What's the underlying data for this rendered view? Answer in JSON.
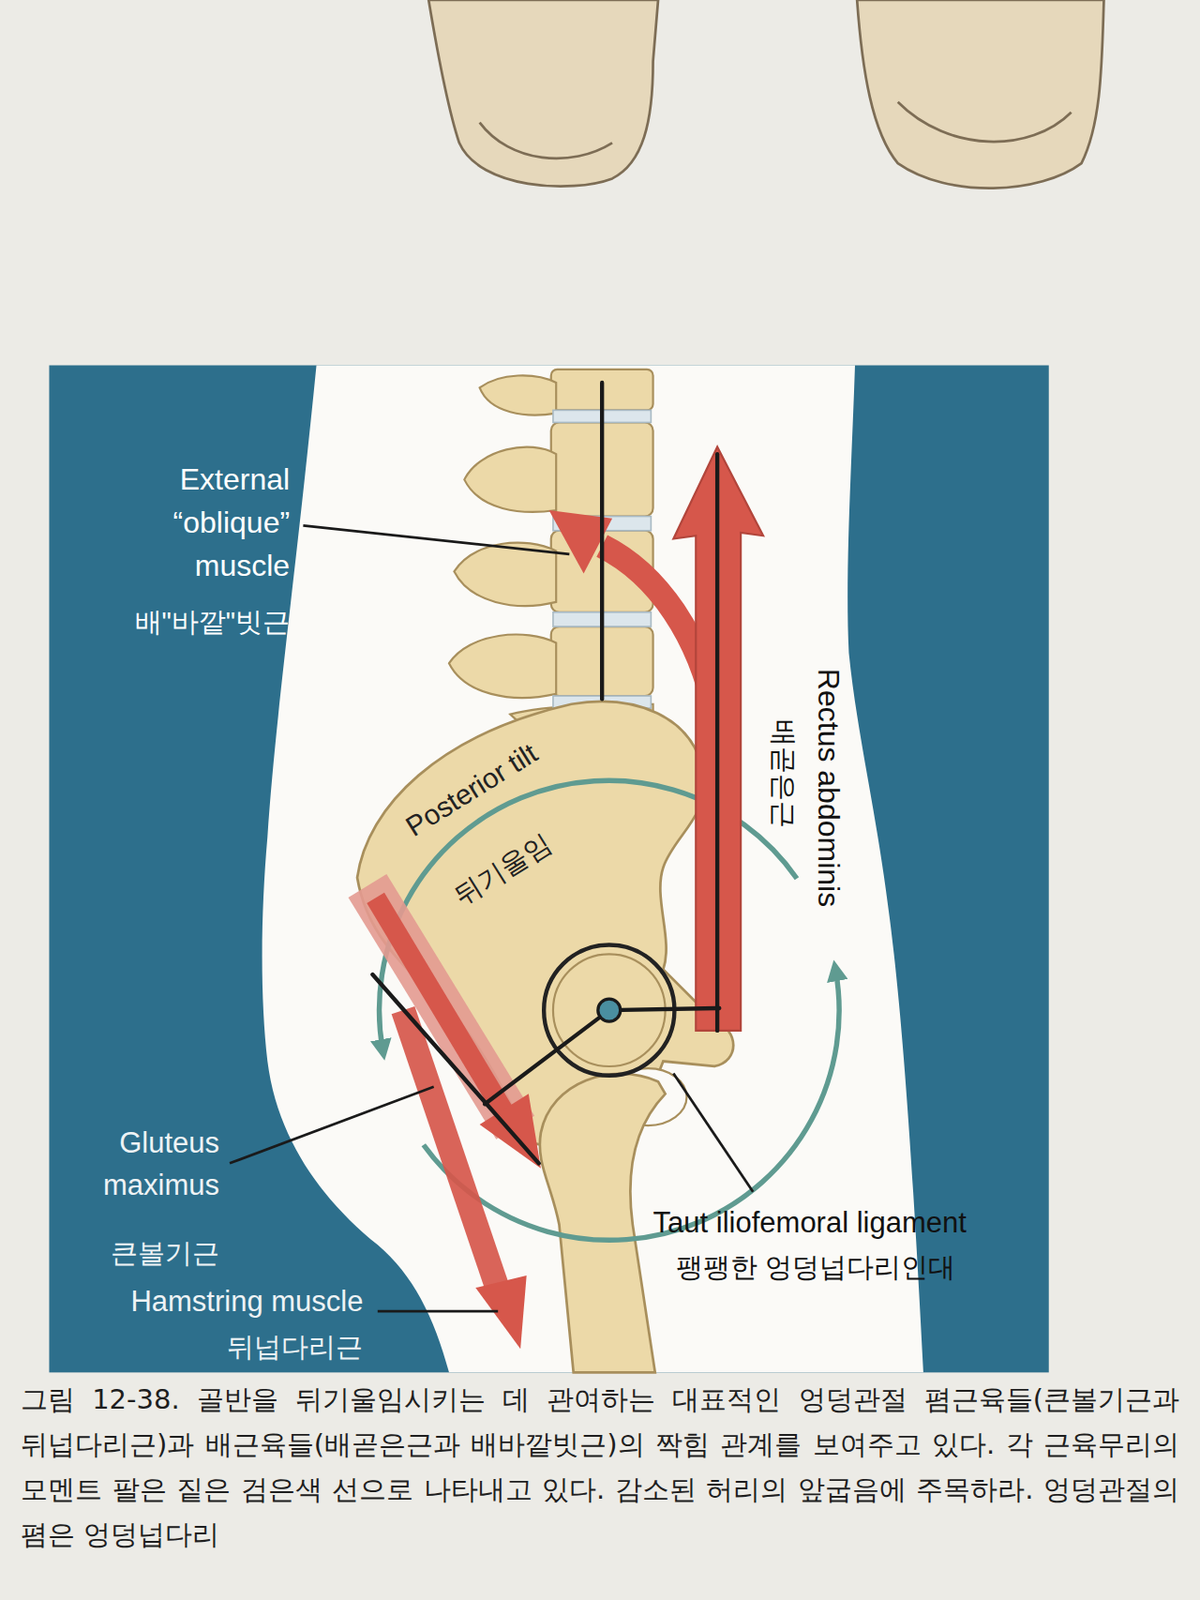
{
  "diagram": {
    "caption": "그림 12-38. 골반을 뒤기울임시키는 데 관여하는 대표적인 엉덩관절 폄근육들(큰볼기근과 뒤넙다리근)과 배근육들(배곧은근과 배바깥빗근)의 짝힘 관계를 보여주고 있다. 각 근육무리의 모멘트 팔은 짙은 검은색 선으로 나타내고 있다. 감소된 허리의 앞굽음에 주목하라. 엉덩관절의 폄은 엉덩넙다리",
    "labels": [
      "External “oblique” muscle",
      "배\"바깥\"빗근",
      "Rectus abdominis",
      "배곧은근",
      "Posterior tilt",
      "뒤기울임",
      "Gluteus maximus",
      "큰볼기근",
      "Hamstring muscle",
      "뒤넙다리근",
      "Taut iliofemoral ligament",
      "팽팽한 엉덩넙다리인대"
    ]
  }
}
